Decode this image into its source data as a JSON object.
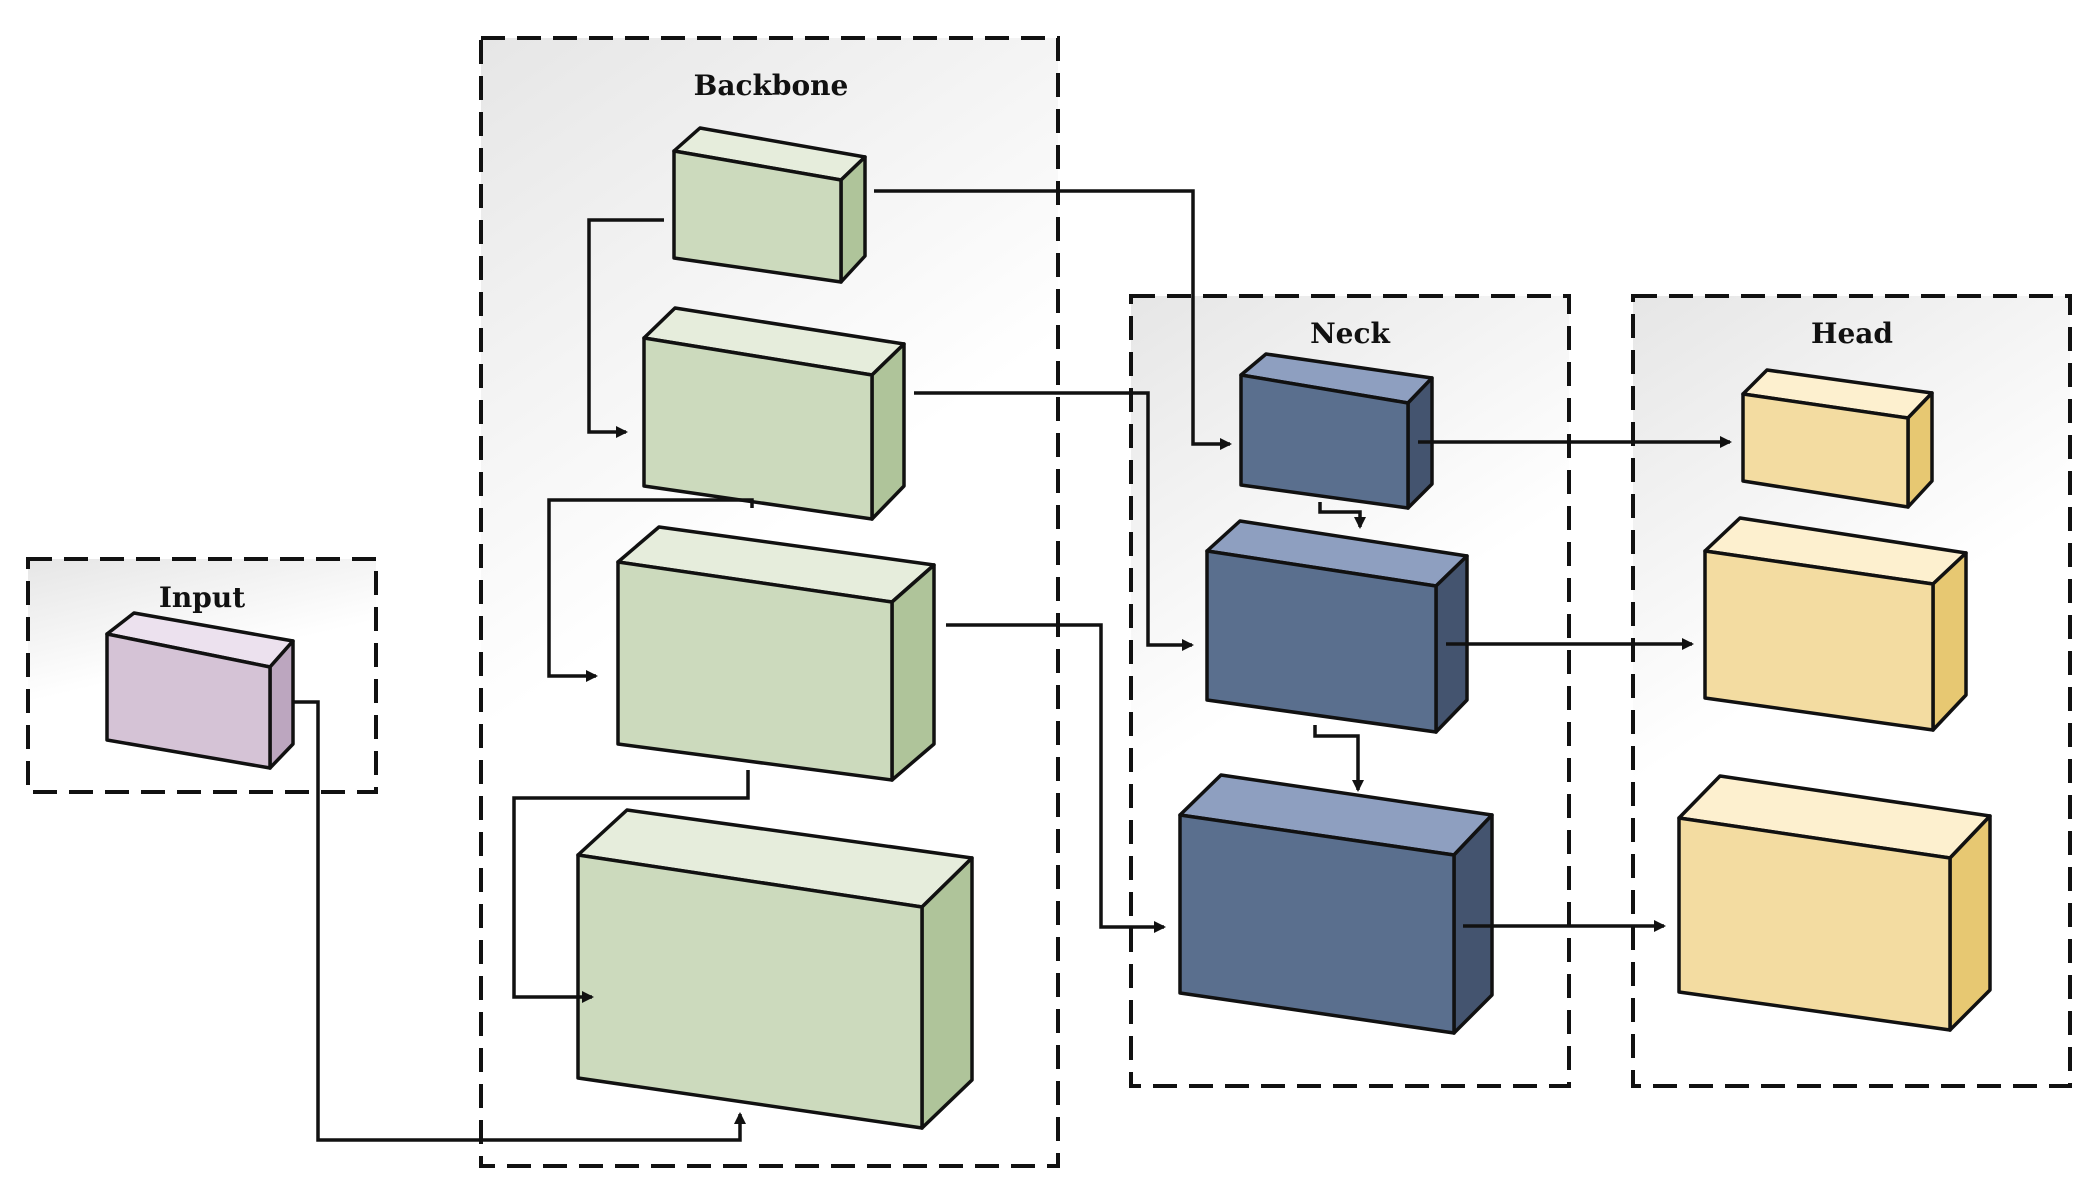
{
  "groups": {
    "input": {
      "title": "Input"
    },
    "backbone": {
      "title": "Backbone"
    },
    "neck": {
      "title": "Neck"
    },
    "head": {
      "title": "Head"
    }
  },
  "colors": {
    "input_block": {
      "front": "#d5c3d6",
      "top": "#ece1ee",
      "side": "#bca6bf"
    },
    "backbone_block": {
      "front": "#ccdabd",
      "top": "#e6eddc",
      "side": "#afc49a"
    },
    "neck_block": {
      "front": "#5a6f8e",
      "top": "#8e9fc0",
      "side": "#44546f"
    },
    "head_block": {
      "front": "#f3dca1",
      "top": "#fdf0cf",
      "side": "#e7c872"
    },
    "group_fill_top": "#e6e6e6",
    "group_fill_bottom": "#ffffff",
    "line": "#111111"
  }
}
